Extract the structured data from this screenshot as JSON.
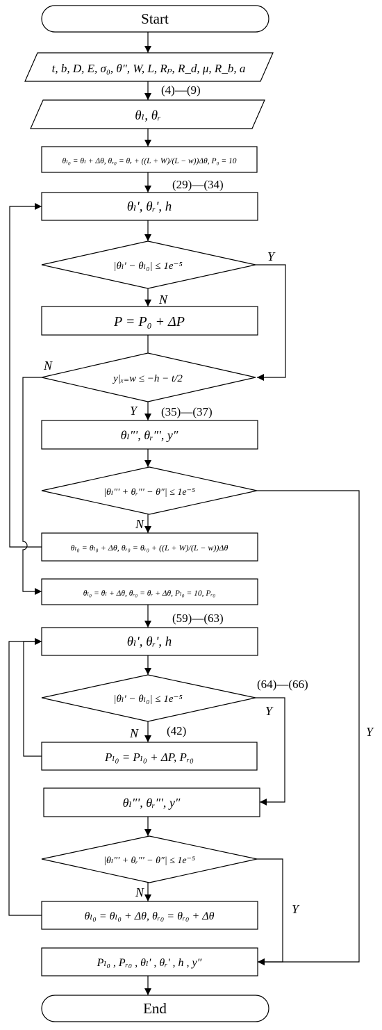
{
  "terminals": {
    "start": "Start",
    "end": "End"
  },
  "io": {
    "inputs": "t, b, D, E, σ₀, θ″, W, L, Rₚ, R_d, μ, R_b, a",
    "angles": "θₗ, θᵣ",
    "output": "Pₗ₀ , Pᵣ₀ , θₗ' , θᵣ' , h , y″"
  },
  "process": {
    "init1": "θₗ₀ = θₗ + Δθ, θᵣ₀ = θᵣ + ((L + W)/(L − w))Δθ,   P₀ = 10",
    "calc1": "θₗ', θᵣ', h",
    "pressure1": "P = P₀ + ΔP",
    "calc2": "θₗ″', θᵣ″', y″",
    "update1": "θₗ₀ = θₗ₀ + Δθ, θᵣ₀ = θᵣ₀ + ((L + W)/(L − w))Δθ",
    "init2": "θₗ₀ = θₗ + Δθ, θᵣ₀ = θᵣ + Δθ,   Pₗ₀ = 10, Pᵣ₀",
    "calc3": "θₗ', θᵣ', h",
    "pressure2": "Pₗ₀ = Pₗ₀ + ΔP, Pᵣ₀",
    "calc4": "θₗ″', θᵣ″', y″",
    "update2": "θₗ₀ = θₗ₀ + Δθ, θᵣ₀ = θᵣ₀ + Δθ"
  },
  "decisions": {
    "d1": "|θₗ' − θₗ₀| ≤ 1e⁻⁵",
    "d2": "y|ₓ₌w ≤ −h − t/2",
    "d3": "|θₗ″' + θᵣ″' − θ″| ≤ 1e⁻⁵",
    "d4": "|θₗ' − θₗ₀| ≤ 1e⁻⁵",
    "d5": "|θₗ″' + θᵣ″' − θ″| ≤ 1e⁻⁵"
  },
  "equation_refs": {
    "r1": "(4)—(9)",
    "r2": "(29)—(34)",
    "r3": "(35)—(37)",
    "r4": "(59)—(63)",
    "r5": "(64)—(66)",
    "r6": "(42)"
  },
  "branch_labels": {
    "yes": "Y",
    "no": "N"
  }
}
